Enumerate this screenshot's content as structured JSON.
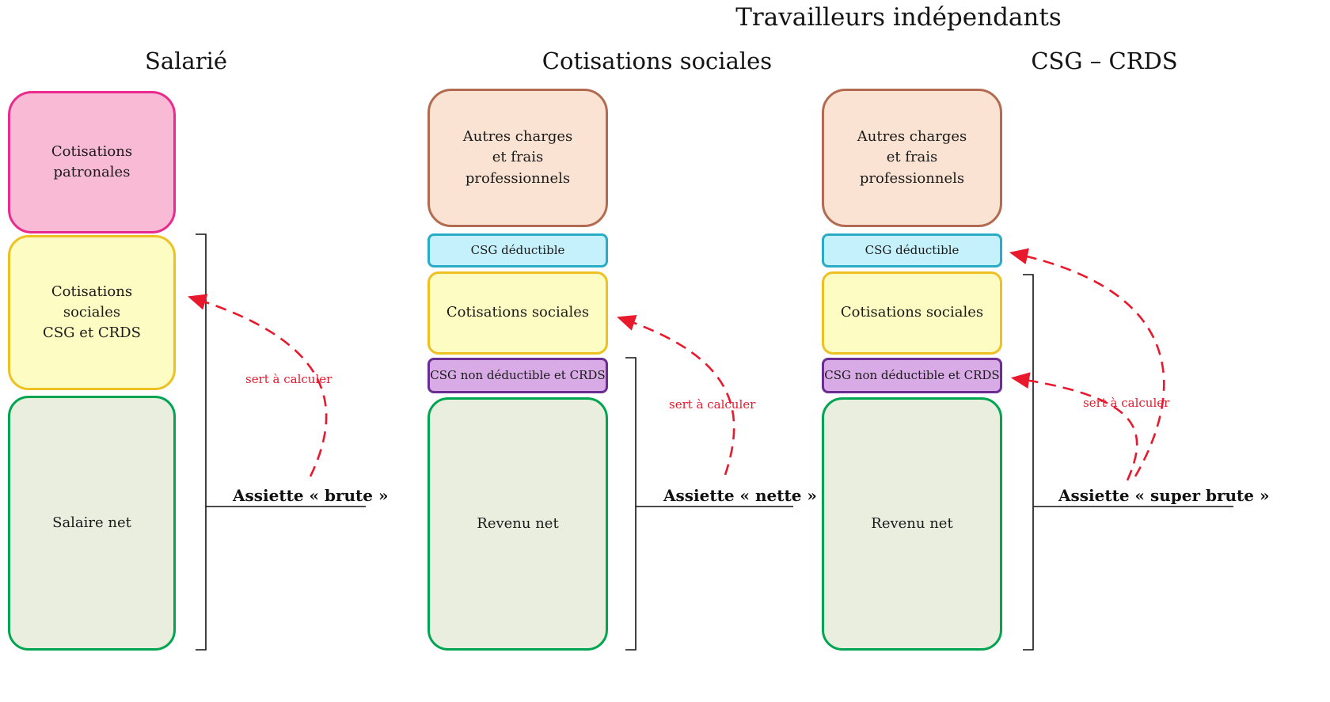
{
  "titles": {
    "main": "Travailleurs indépendants",
    "salarie": "Salarié",
    "cotisations": "Cotisations sociales",
    "csg_crds": "CSG – CRDS"
  },
  "salarie_col": {
    "cotisations_patronales": "Cotisations\npatronales",
    "cotisations_sociales": "Cotisations\nsociales\nCSG et CRDS",
    "salaire_net": "Salaire net",
    "assiette": "Assiette « brute »",
    "arrow_label": "sert à calculer"
  },
  "cotisations_col": {
    "autres_charges": "Autres charges\net frais\nprofessionnels",
    "csg_deductible": "CSG déductible",
    "cotisations_sociales": "Cotisations sociales",
    "csg_non_deductible": "CSG non déductible et CRDS",
    "revenu_net": "Revenu net",
    "assiette": "Assiette « nette »",
    "arrow_label": "sert à calculer"
  },
  "csg_col": {
    "autres_charges": "Autres charges\net frais\nprofessionnels",
    "csg_deductible": "CSG déductible",
    "cotisations_sociales": "Cotisations sociales",
    "csg_non_deductible": "CSG non déductible et CRDS",
    "revenu_net": "Revenu net",
    "assiette": "Assiette « super brute »",
    "arrow_label": "sert à calculer"
  },
  "colors": {
    "pink_fill": "#f9bad5",
    "pink_border": "#ea2a8c",
    "yellow_fill": "#fdfcc3",
    "yellow_border": "#eec122",
    "green_fill": "#e9eedf",
    "green_border": "#00a551",
    "peach_fill": "#fae3d3",
    "peach_border": "#b26b50",
    "cyan_fill": "#c4f1fb",
    "cyan_border": "#2aacc7",
    "purple_fill": "#d9abe6",
    "purple_border": "#6b2d92",
    "arrow_red": "#e8192c",
    "bracket_black": "#111111"
  }
}
